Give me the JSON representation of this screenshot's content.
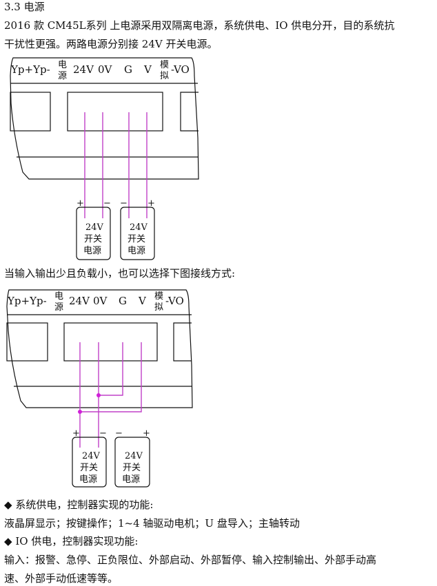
{
  "section_title": "3.3  电源",
  "intro": [
    "2016 款 CM45L系列 上电源采用双隔离电源，系统供电、IO 供电分开，目的系统抗",
    "干扰性更强。两路电源分别接 24V 开关电源。"
  ],
  "terminals": {
    "yp": "Yp+Yp-",
    "power_1": "电",
    "power_2": "源",
    "v24": "24V",
    "v0": "0V",
    "g": "G",
    "v": "V",
    "analog_1": "模",
    "analog_2": "拟",
    "vo": "-VO"
  },
  "supply": {
    "voltage": "24V",
    "line1": "开关",
    "line2": "电源",
    "plus": "+",
    "minus": "−"
  },
  "alt_note": "当输入输出少且负载小，也可以选择下图接线方式:",
  "bullets": [
    {
      "marker": "◆",
      "title": "系统供电，控制器实现的功能:",
      "body": [
        "液晶屏显示；按键操作；1~4 轴驱动电机；U 盘导入；主轴转动"
      ]
    },
    {
      "marker": "◆",
      "title": "IO 供电，控制器实现功能:",
      "body": [
        "输入：报警、急停、正负限位、外部启动、外部暂停、输入控制输出、外部手动高",
        "速、外部手动低速等等。"
      ]
    }
  ],
  "colors": {
    "wire": "#c040c8"
  }
}
